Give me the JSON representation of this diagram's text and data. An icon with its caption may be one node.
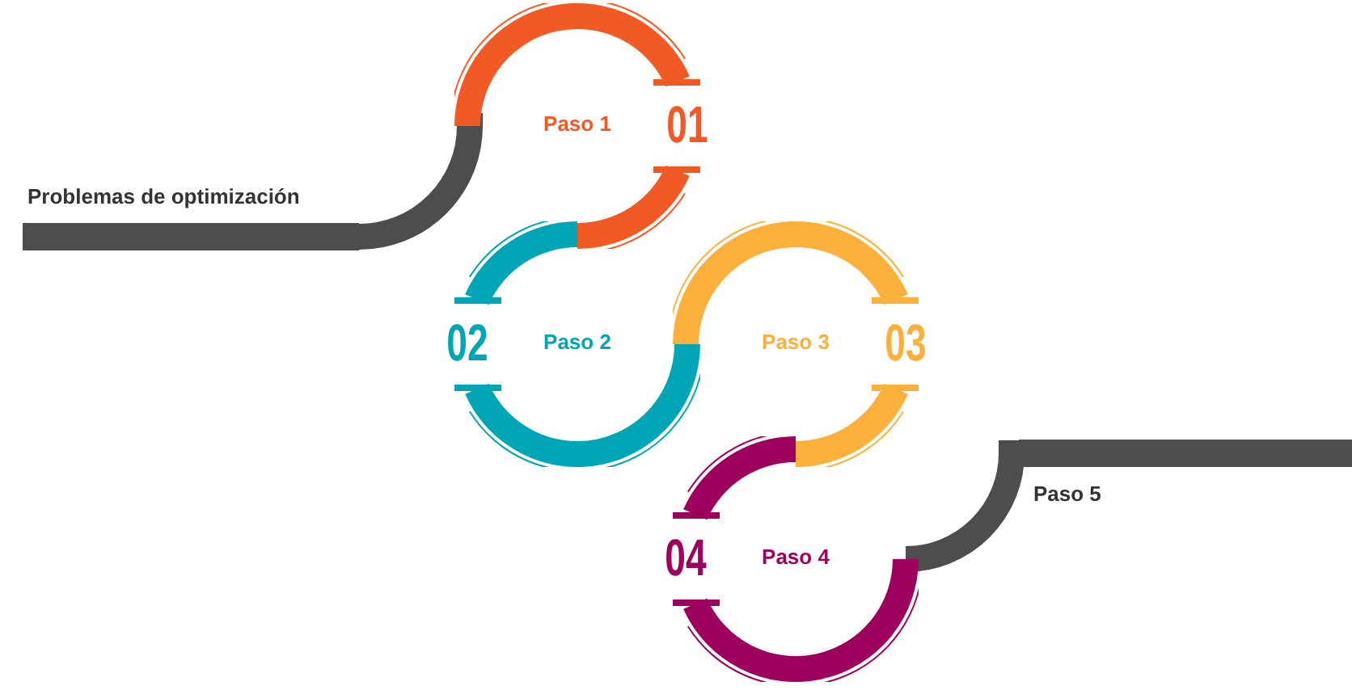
{
  "diagram": {
    "nodes": [
      {
        "text": [
          "Problemas de optimización"
        ]
      },
      {
        "text": [
          "Paso 1",
          "01"
        ]
      },
      {
        "text": [
          "02",
          "Paso 2"
        ]
      },
      {
        "text": [
          "Paso 3",
          "03"
        ]
      },
      {
        "text": [
          "04",
          "Paso 4"
        ]
      },
      {
        "text": [
          "Paso 5"
        ]
      }
    ],
    "edges": [
      {
        "from": 0,
        "to": 1,
        "arrow": "none"
      },
      {
        "from": 4,
        "to": 5,
        "arrow": "none"
      }
    ]
  }
}
